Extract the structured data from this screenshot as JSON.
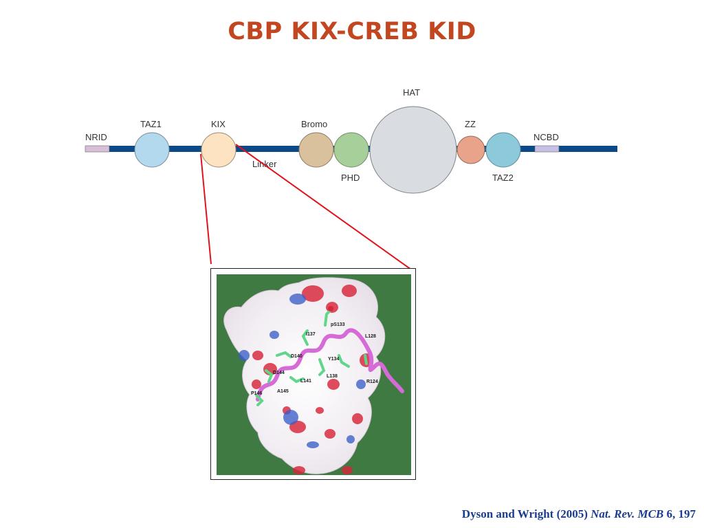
{
  "slide": {
    "title": "CBP KIX-CREB KID"
  },
  "diagram": {
    "domains": {
      "nrid": "NRID",
      "taz1": "TAZ1",
      "kix": "KIX",
      "linker": "Linker",
      "bromo": "Bromo",
      "phd": "PHD",
      "hat": "HAT",
      "zz": "ZZ",
      "taz2": "TAZ2",
      "ncbd": "NCBD"
    }
  },
  "structure": {
    "labels": {
      "ps133": "pS133",
      "l128": "L128",
      "i137": "I137",
      "d140": "D140",
      "y134": "Y134",
      "d144": "D144",
      "l141": "L141",
      "l138": "L138",
      "r124": "R124",
      "p146": "P146",
      "a145": "A145"
    }
  },
  "citation": {
    "authors": "Dyson and Wright (2005) ",
    "journal": "Nat. Rev. MCB",
    "volume_page": " 6, 197"
  },
  "colors": {
    "title": "#c2461f",
    "backbone": "#0b4a86",
    "connector": "#e0141c",
    "background_green": "#3f7a43",
    "helix": "#d66ad6",
    "sidechain": "#5fd68b",
    "citation": "#1b3d8f"
  }
}
